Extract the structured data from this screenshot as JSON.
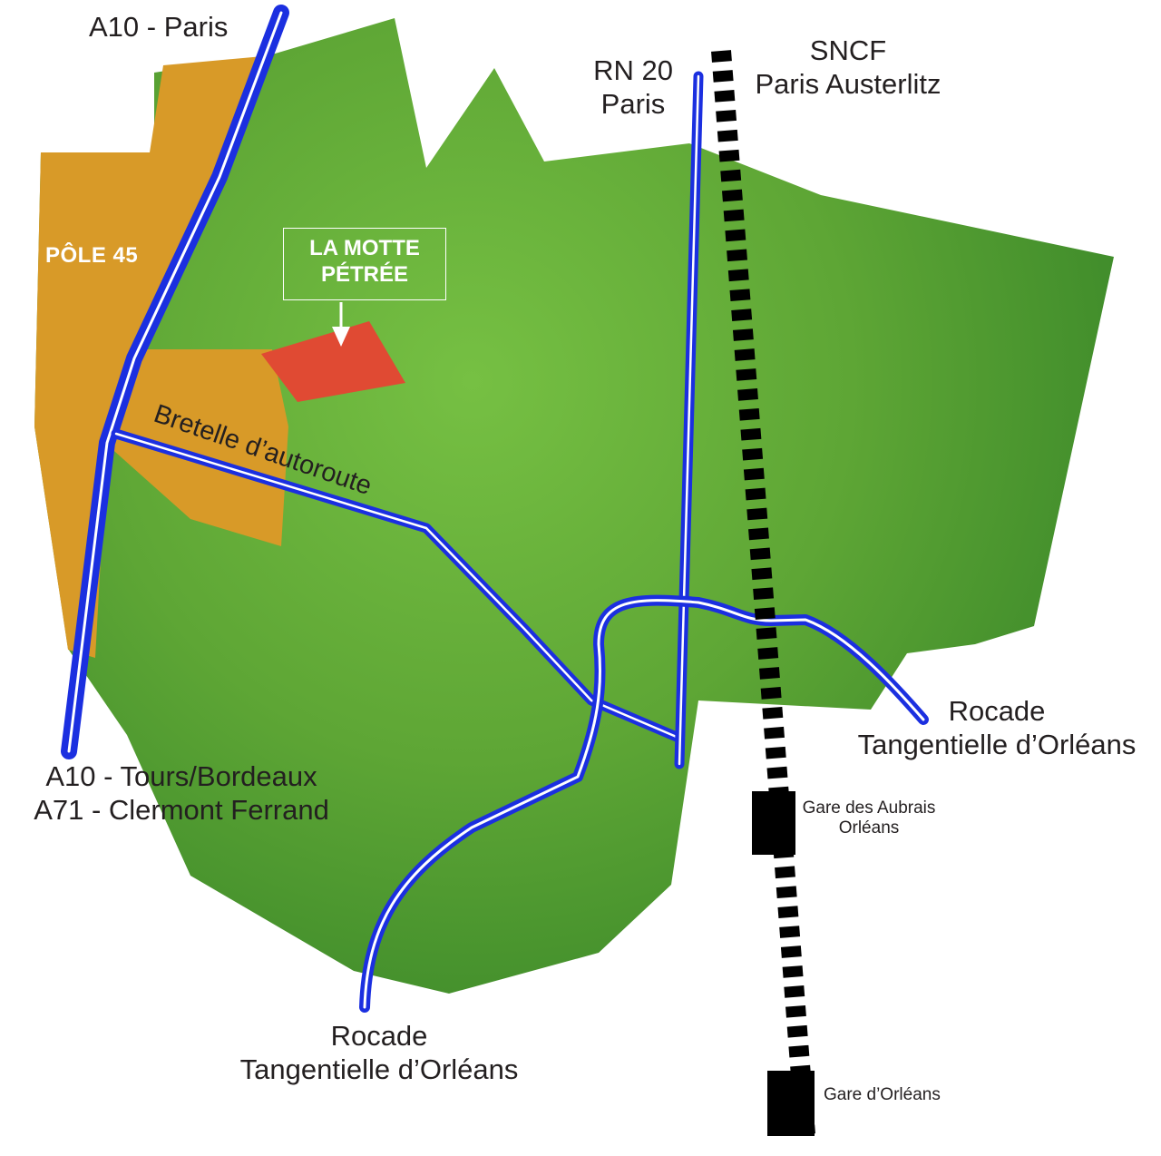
{
  "colors": {
    "zone_green_light": "#76c043",
    "zone_green_dark": "#3d8a2a",
    "pole45_orange": "#d89a28",
    "lamotte_red": "#e04a33",
    "road_blue": "#1b2fe0",
    "road_center": "#ffffff",
    "railway": "#000000",
    "label_text": "#231f20"
  },
  "labels": {
    "a10_paris": "A10 - Paris",
    "rn20_line1": "RN 20",
    "rn20_line2": "Paris",
    "sncf_line1": "SNCF",
    "sncf_line2": "Paris Austerlitz",
    "pole45": "PÔLE 45",
    "lamotte_line1": "LA MOTTE",
    "lamotte_line2": "PÉTRÉE",
    "bretelle": "Bretelle d’autoroute",
    "rocade_east_line1": "Rocade",
    "rocade_east_line2": "Tangentielle d’Orléans",
    "a10_south_line1": "A10 - Tours/Bordeaux",
    "a10_south_line2": "A71 - Clermont Ferrand",
    "gare_aubrais_line1": "Gare des Aubrais",
    "gare_aubrais_line2": "Orléans",
    "rocade_south_line1": "Rocade",
    "rocade_south_line2": "Tangentielle d’Orléans",
    "gare_orleans": "Gare d’Orléans"
  },
  "icons": {
    "callout_arrow": "down-arrow-icon",
    "station": "station-block-icon"
  }
}
